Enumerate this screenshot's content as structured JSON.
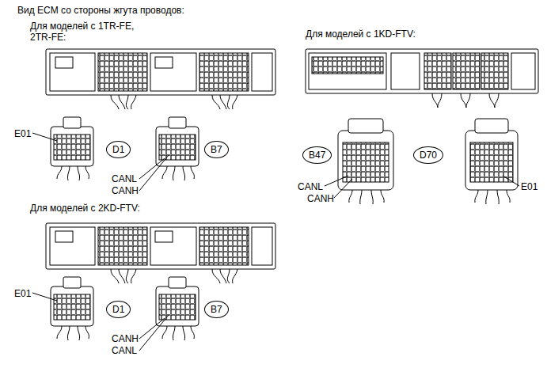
{
  "diagram": {
    "title": "Вид ECM со стороны жгута проводов:",
    "nodes": [
      {
        "text": [
          "D1"
        ]
      },
      {
        "text": [
          "B7"
        ]
      },
      {
        "text": [
          "B47"
        ]
      },
      {
        "text": [
          "D70"
        ]
      },
      {
        "text": [
          "D1"
        ]
      },
      {
        "text": [
          "B7"
        ]
      }
    ],
    "labels": [
      "Для моделей с 1TR-FE, 2TR-FE:",
      "Для моделей с 1KD-FTV:",
      "E01",
      "CANL",
      "CANH",
      "Для моделей с 2KD-FTV:",
      "CANL",
      "CANH",
      "E01",
      "E01",
      "CANH",
      "CANL"
    ]
  }
}
